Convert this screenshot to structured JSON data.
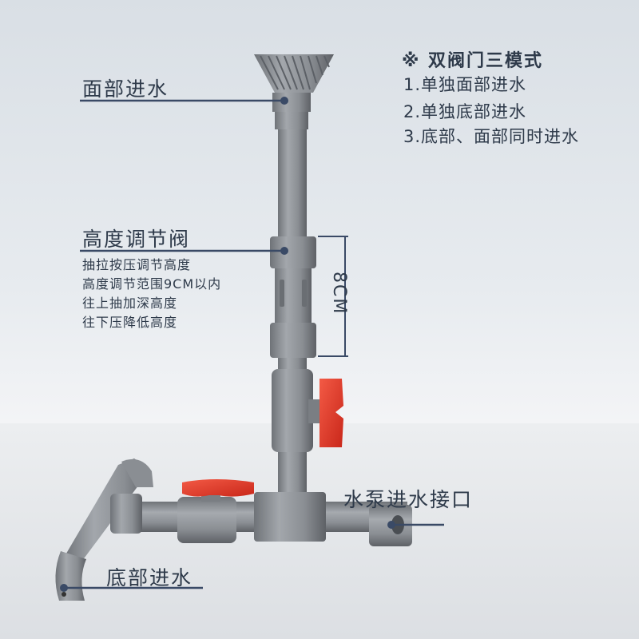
{
  "labels": {
    "top_inlet": "面部进水",
    "height_valve": "高度调节阀",
    "pump_inlet": "水泵进水接口",
    "bottom_inlet": "底部进水"
  },
  "height_notes": [
    "抽拉按压调节高度",
    "高度调节范围9CM以内",
    "往上抽加深高度",
    "往下压降低高度"
  ],
  "dimension": "8CM",
  "modes": {
    "title": "※ 双阀门三模式",
    "items": [
      "1.单独面部进水",
      "2.单独底部进水",
      "3.底部、面部同时进水"
    ]
  },
  "colors": {
    "pipe": "#8e9196",
    "valve_handle": "#e53a2b",
    "text": "#2e3a4a",
    "line": "#3a4a66"
  }
}
